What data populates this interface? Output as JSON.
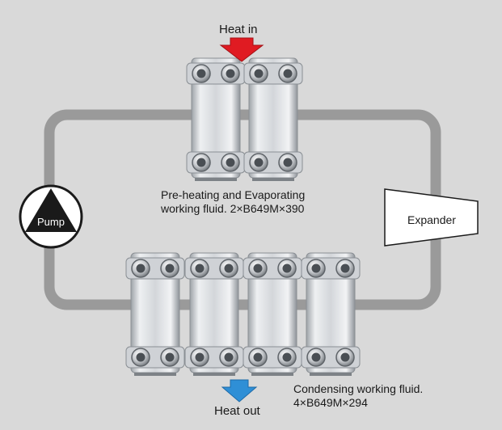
{
  "heat_in": {
    "label": "Heat in"
  },
  "heat_out": {
    "label": "Heat out"
  },
  "pump": {
    "label": "Pump"
  },
  "expander": {
    "label": "Expander"
  },
  "evaporator": {
    "line1": "Pre-heating and Evaporating",
    "line2": "working fluid. 2×B649M×390",
    "unit_count": 2
  },
  "condenser": {
    "line1": "Condensing working fluid.",
    "line2": "4×B649M×294",
    "unit_count": 4
  },
  "colors": {
    "background": "#d9d9d9",
    "loop_pipe": "#9a9a9a",
    "heat_in_arrow": "#e01b22",
    "heat_out_arrow": "#2f8fd6",
    "pump_body": "#1a1a1a",
    "plate_metal": "#c9ccd0"
  }
}
